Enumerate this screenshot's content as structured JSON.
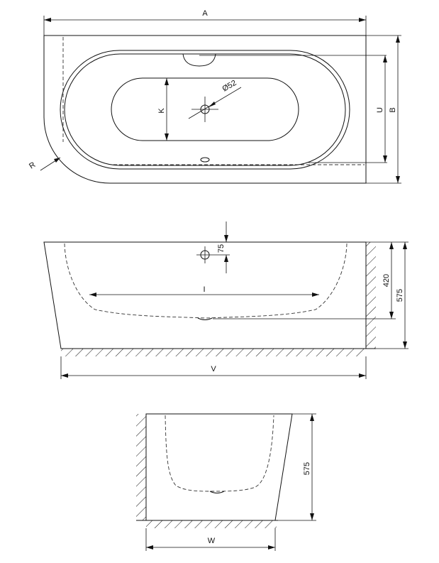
{
  "diagram": {
    "top_view": {
      "labels": {
        "A": "A",
        "B": "B",
        "U": "U",
        "K": "K",
        "R": "R",
        "drain_diameter": "Ø52"
      }
    },
    "side_view": {
      "labels": {
        "overflow_height": "75",
        "I": "I",
        "inner_depth": "420",
        "total_height": "575",
        "V": "V"
      }
    },
    "end_view": {
      "labels": {
        "height": "575",
        "W": "W"
      }
    }
  }
}
